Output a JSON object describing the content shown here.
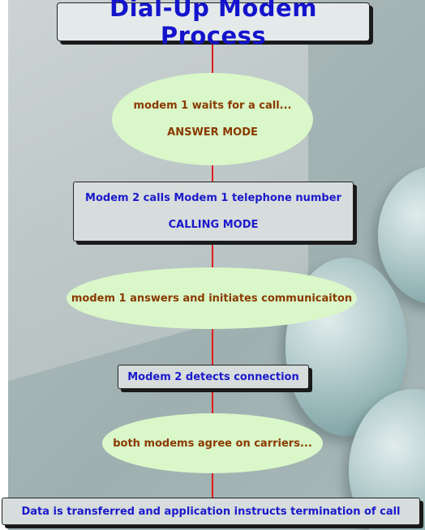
{
  "title": "Dial-Up Modem Process",
  "steps": {
    "s1_line1": "modem 1 waits for a call...",
    "s1_line2": "ANSWER MODE",
    "s2_line1": "Modem 2 calls Modem 1 telephone number",
    "s2_line2": "CALLING MODE",
    "s3": "modem 1 answers and initiates communicaiton",
    "s4": "Modem 2 detects connection",
    "s5": "both modems agree on carriers...",
    "s6": "Data is transferred and application instructs termination of call"
  },
  "colors": {
    "box_text": "#1a1acc",
    "ellipse_text": "#8a3a00",
    "ellipse_fill": "#d9f7c9",
    "connector": "#e21b1b"
  }
}
